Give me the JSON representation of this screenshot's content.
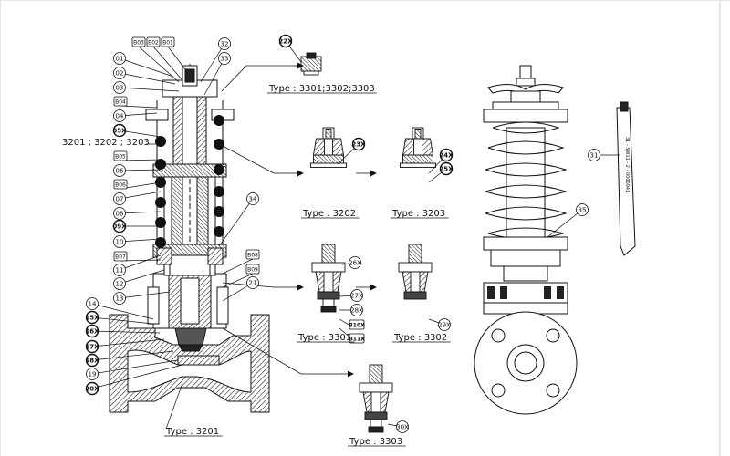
{
  "circled_labels": [
    {
      "t": "01",
      "b": false
    },
    {
      "t": "02",
      "b": false
    },
    {
      "t": "03",
      "b": false
    },
    {
      "t": "04",
      "b": false
    },
    {
      "t": "05X",
      "b": true
    },
    {
      "t": "06",
      "b": false
    },
    {
      "t": "07",
      "b": false
    },
    {
      "t": "08",
      "b": false
    },
    {
      "t": "09X",
      "b": true
    },
    {
      "t": "10",
      "b": false
    },
    {
      "t": "11",
      "b": false
    },
    {
      "t": "12",
      "b": false
    },
    {
      "t": "13",
      "b": false
    },
    {
      "t": "14",
      "b": false
    },
    {
      "t": "15X",
      "b": true
    },
    {
      "t": "16X",
      "b": true
    },
    {
      "t": "17X",
      "b": true
    },
    {
      "t": "18X",
      "b": true
    },
    {
      "t": "19",
      "b": false
    },
    {
      "t": "20X",
      "b": true
    },
    {
      "t": "32",
      "b": false
    },
    {
      "t": "33",
      "b": false
    },
    {
      "t": "34",
      "b": false
    },
    {
      "t": "21",
      "b": false
    },
    {
      "t": "22X",
      "b": true
    },
    {
      "t": "23X",
      "b": true
    },
    {
      "t": "24X",
      "b": true
    },
    {
      "t": "25X",
      "b": true
    },
    {
      "t": "26X",
      "b": false
    },
    {
      "t": "27X",
      "b": false
    },
    {
      "t": "28X",
      "b": false
    },
    {
      "t": "29X",
      "b": false
    },
    {
      "t": "30X",
      "b": false
    },
    {
      "t": "31",
      "b": false
    },
    {
      "t": "35",
      "b": false
    }
  ],
  "boxed_labels": [
    "B03",
    "B02",
    "B01",
    "B04",
    "B05",
    "B06",
    "B07",
    "B08",
    "B09",
    "B10X",
    "B11X"
  ],
  "captions": {
    "main_series": "3201 ; 3202 ; 3203",
    "type_3201_main": "Type : 3201",
    "type_top": "Type : 3301;3302;3303",
    "type_3202": "Type : 3202",
    "type_3203": "Type : 3203",
    "type_3301": "Type : 3301",
    "type_3302": "Type : 3302",
    "type_3303": "Type : 3303"
  },
  "tool_marking": "31 - SW11 - 2 - 0000041"
}
